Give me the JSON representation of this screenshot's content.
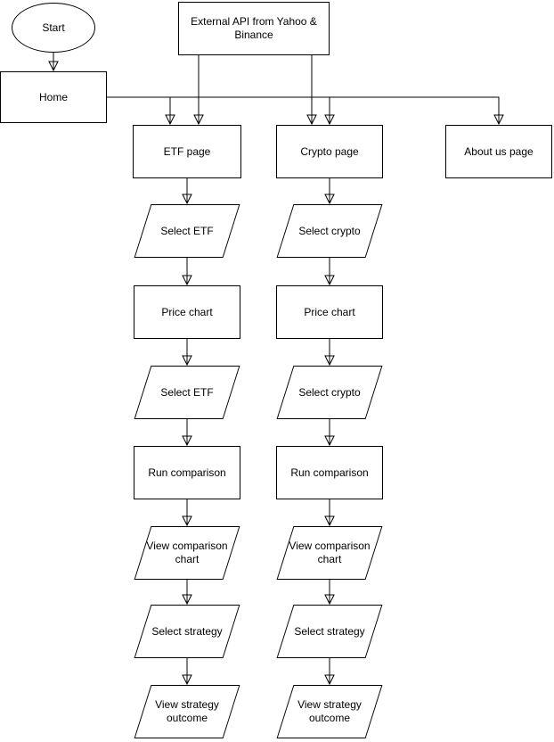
{
  "diagram": {
    "kind": "flowchart",
    "colors": {
      "stroke": "#000000",
      "fill": "#ffffff",
      "text": "#000000"
    },
    "nodes": {
      "start": "Start",
      "external_api": "External API from Yahoo & Binance",
      "home": "Home",
      "etf_page": "ETF page",
      "crypto_page": "Crypto page",
      "about_us_page": "About us page",
      "select_etf_1": "Select ETF",
      "select_crypto_1": "Select crypto",
      "price_chart_etf": "Price chart",
      "price_chart_crypto": "Price chart",
      "select_etf_2": "Select ETF",
      "select_crypto_2": "Select crypto",
      "run_comparison_etf": "Run comparison",
      "run_comparison_crypto": "Run comparison",
      "view_comparison_chart_etf": "View comparison chart",
      "view_comparison_chart_crypto": "View comparison chart",
      "select_strategy_etf": "Select strategy",
      "select_strategy_crypto": "Select strategy",
      "view_strategy_outcome_etf": "View strategy outcome",
      "view_strategy_outcome_crypto": "View strategy outcome"
    }
  }
}
